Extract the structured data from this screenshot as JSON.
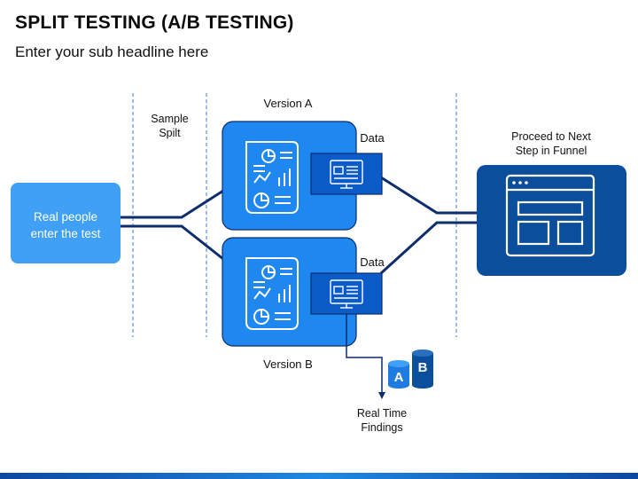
{
  "header": {
    "title": "SPLIT TESTING (A/B TESTING)",
    "subtitle": "Enter your sub headline here"
  },
  "labels": {
    "sample_split": "Sample\nSpilt",
    "version_a": "Version A",
    "version_b": "Version B",
    "data_a": "Data",
    "data_b": "Data",
    "real_people": "Real people\nenter the test",
    "proceed": "Proceed to Next\nStep in Funnel",
    "real_time": "Real Time\nFindings",
    "badge_a": "A",
    "badge_b": "B"
  },
  "colors": {
    "light_blue": "#3fa0f5",
    "version_blue": "#1e88f0",
    "data_blue": "#0b5cc8",
    "dark_blue": "#0b4f9c",
    "line_navy": "#0d2d6b",
    "cylinder_a": "#1e7ce0",
    "cylinder_b": "#0b4f9c"
  },
  "icons": [
    "document-chart-icon",
    "monitor-icon",
    "browser-window-icon",
    "database-icon",
    "arrow-down-icon"
  ]
}
